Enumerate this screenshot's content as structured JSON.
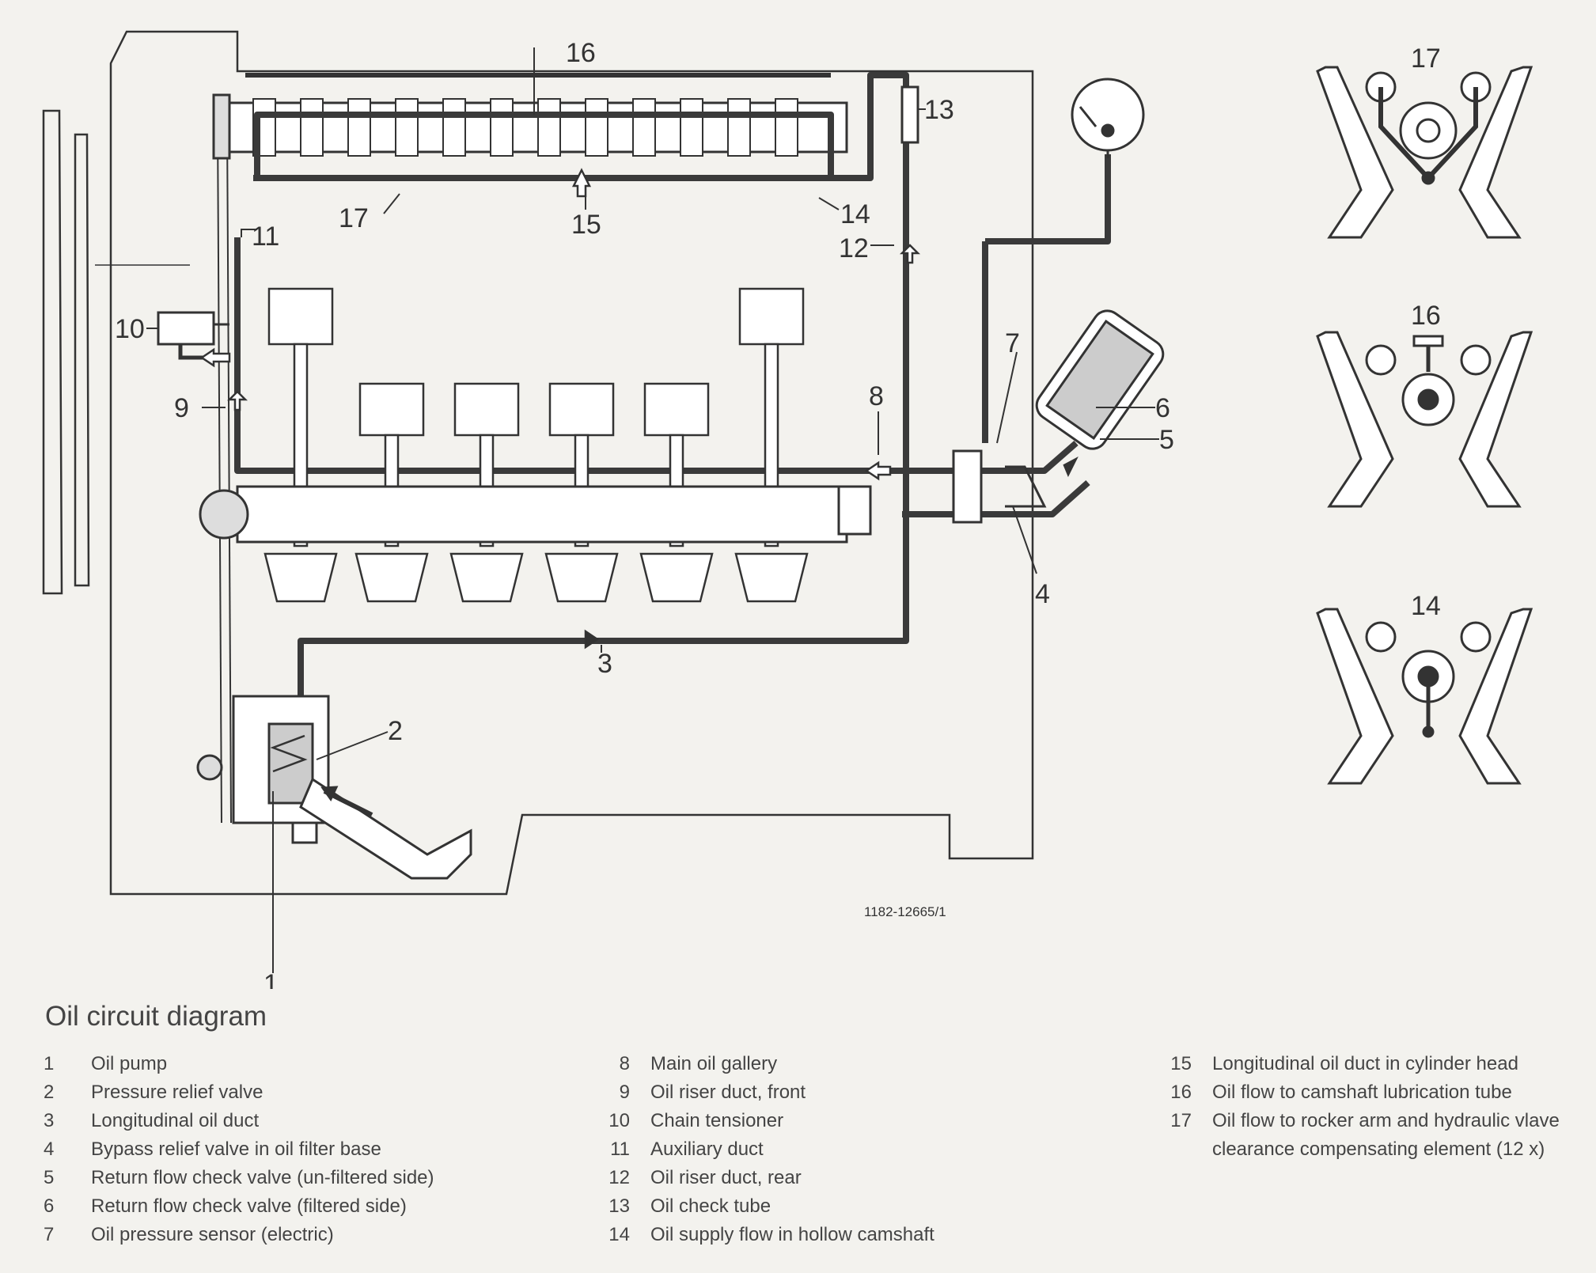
{
  "diagram": {
    "figure_code": "1182-12665/1",
    "callouts": [
      "1",
      "2",
      "3",
      "4",
      "5",
      "6",
      "7",
      "8",
      "9",
      "10",
      "11",
      "12",
      "13",
      "14",
      "15",
      "16",
      "17"
    ]
  },
  "caption": {
    "title": "Oil circuit diagram"
  },
  "legend": {
    "col1": [
      {
        "num": "1",
        "text": "Oil pump"
      },
      {
        "num": "2",
        "text": "Pressure relief valve"
      },
      {
        "num": "3",
        "text": "Longitudinal oil duct"
      },
      {
        "num": "4",
        "text": "Bypass relief valve in oil filter base"
      },
      {
        "num": "5",
        "text": "Return flow check valve (un-filtered side)"
      },
      {
        "num": "6",
        "text": "Return flow check valve (filtered side)"
      },
      {
        "num": "7",
        "text": "Oil pressure sensor (electric)"
      }
    ],
    "col2": [
      {
        "num": "8",
        "text": "Main oil gallery"
      },
      {
        "num": "9",
        "text": "Oil riser duct, front"
      },
      {
        "num": "10",
        "text": "Chain tensioner"
      },
      {
        "num": "11",
        "text": "Auxiliary duct"
      },
      {
        "num": "12",
        "text": "Oil riser duct, rear"
      },
      {
        "num": "13",
        "text": "Oil check tube"
      },
      {
        "num": "14",
        "text": "Oil supply flow in hollow camshaft"
      }
    ],
    "col3": [
      {
        "num": "15",
        "text": "Longitudinal oil duct in cylinder head"
      },
      {
        "num": "16",
        "text": "Oil flow to camshaft lubrication tube"
      },
      {
        "num": "17",
        "text": "Oil flow to rocker arm and hydraulic vlave clearance compensating element (12 x)"
      }
    ]
  }
}
